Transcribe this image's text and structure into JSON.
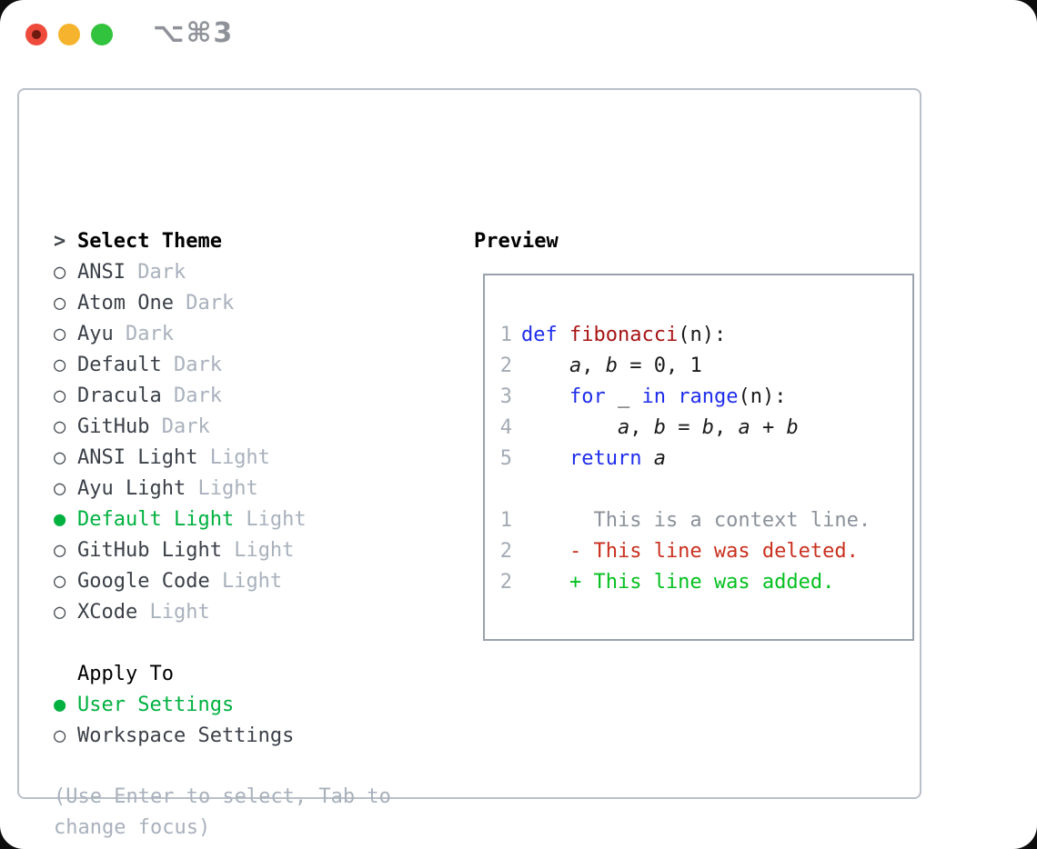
{
  "window": {
    "shortcut_label": "⌥⌘3"
  },
  "colors": {
    "traffic_close": "#ee4b3d",
    "traffic_minimize": "#f6b42e",
    "traffic_zoom": "#31c33d",
    "selection_green": "#00b140",
    "keyword_blue": "#1e2deb",
    "function_red": "#a81414",
    "diff_deleted_red": "#c9301f",
    "diff_added_green": "#04c01f",
    "muted_gray": "#a9b1bc",
    "panel_border": "#b9c0c8",
    "preview_border": "#99a2ac"
  },
  "theme_list": {
    "cursor": ">",
    "title": "Select Theme",
    "unselected_marker": "○",
    "selected_marker": "●",
    "items": [
      {
        "label": "ANSI",
        "variant": "Dark",
        "selected": false
      },
      {
        "label": "Atom One",
        "variant": "Dark",
        "selected": false
      },
      {
        "label": "Ayu",
        "variant": "Dark",
        "selected": false
      },
      {
        "label": "Default",
        "variant": "Dark",
        "selected": false
      },
      {
        "label": "Dracula",
        "variant": "Dark",
        "selected": false
      },
      {
        "label": "GitHub",
        "variant": "Dark",
        "selected": false
      },
      {
        "label": "ANSI Light",
        "variant": "Light",
        "selected": false
      },
      {
        "label": "Ayu Light",
        "variant": "Light",
        "selected": false
      },
      {
        "label": "Default Light",
        "variant": "Light",
        "selected": true
      },
      {
        "label": "GitHub Light",
        "variant": "Light",
        "selected": false
      },
      {
        "label": "Google Code",
        "variant": "Light",
        "selected": false
      },
      {
        "label": "XCode",
        "variant": "Light",
        "selected": false
      }
    ]
  },
  "apply_to": {
    "title": "Apply To",
    "options": [
      {
        "label": "User Settings",
        "selected": true
      },
      {
        "label": "Workspace Settings",
        "selected": false
      }
    ]
  },
  "help_text": "(Use Enter to select, Tab to change focus)",
  "preview": {
    "title": "Preview",
    "code_lines": [
      {
        "num": "1",
        "tokens": [
          {
            "t": "def",
            "c": "kw"
          },
          {
            "t": " ",
            "c": "pl"
          },
          {
            "t": "fibonacci",
            "c": "fn"
          },
          {
            "t": "(n):",
            "c": "pl"
          }
        ]
      },
      {
        "num": "2",
        "tokens": [
          {
            "t": "    ",
            "c": "pl"
          },
          {
            "t": "a",
            "c": "var"
          },
          {
            "t": ", ",
            "c": "pl"
          },
          {
            "t": "b",
            "c": "var"
          },
          {
            "t": " = 0, 1",
            "c": "pl"
          }
        ]
      },
      {
        "num": "3",
        "tokens": [
          {
            "t": "    ",
            "c": "pl"
          },
          {
            "t": "for",
            "c": "kw"
          },
          {
            "t": " _ ",
            "c": "pl"
          },
          {
            "t": "in",
            "c": "kw"
          },
          {
            "t": " ",
            "c": "pl"
          },
          {
            "t": "range",
            "c": "kw"
          },
          {
            "t": "(n):",
            "c": "pl"
          }
        ]
      },
      {
        "num": "4",
        "tokens": [
          {
            "t": "        ",
            "c": "pl"
          },
          {
            "t": "a",
            "c": "var"
          },
          {
            "t": ", ",
            "c": "pl"
          },
          {
            "t": "b",
            "c": "var"
          },
          {
            "t": " = ",
            "c": "pl"
          },
          {
            "t": "b",
            "c": "var"
          },
          {
            "t": ", ",
            "c": "pl"
          },
          {
            "t": "a",
            "c": "var"
          },
          {
            "t": " + ",
            "c": "pl"
          },
          {
            "t": "b",
            "c": "var"
          }
        ]
      },
      {
        "num": "5",
        "tokens": [
          {
            "t": "    ",
            "c": "pl"
          },
          {
            "t": "return",
            "c": "kw"
          },
          {
            "t": " ",
            "c": "pl"
          },
          {
            "t": "a",
            "c": "var"
          }
        ]
      },
      {
        "num": "",
        "tokens": []
      },
      {
        "num": "1",
        "tokens": [
          {
            "t": "      This is a context line.",
            "c": "ctx"
          }
        ]
      },
      {
        "num": "2",
        "tokens": [
          {
            "t": "    - This line was deleted.",
            "c": "del"
          }
        ]
      },
      {
        "num": "2",
        "tokens": [
          {
            "t": "    + This line was added.",
            "c": "add"
          }
        ]
      }
    ]
  }
}
